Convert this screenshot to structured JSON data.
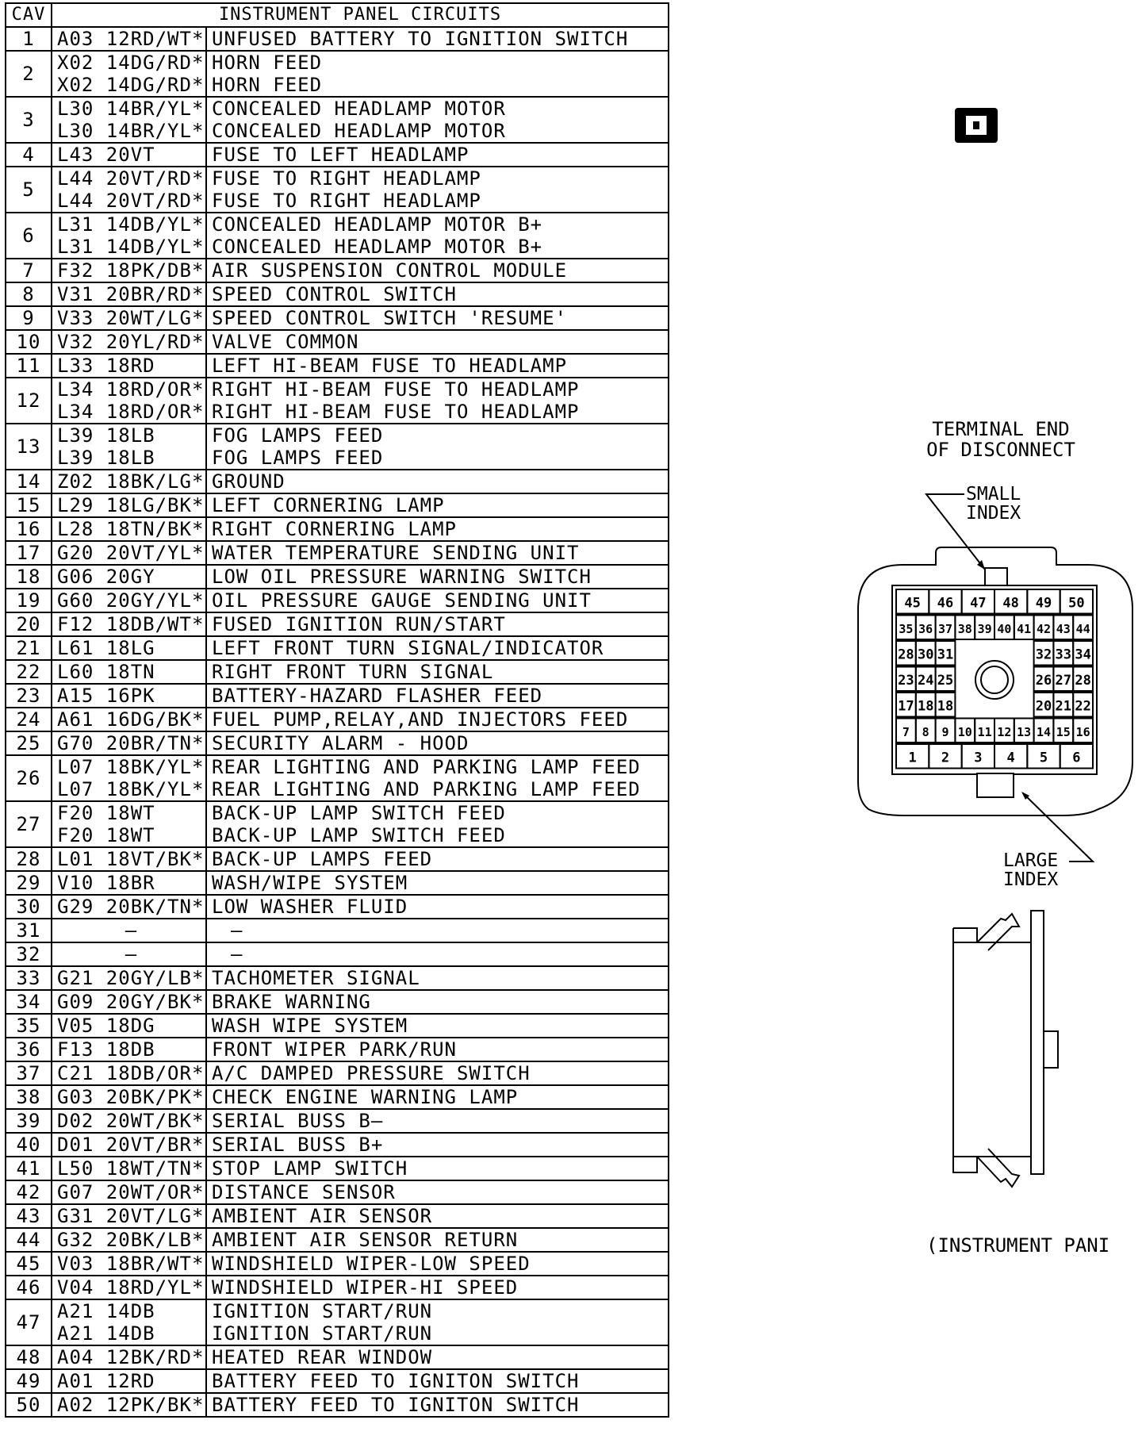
{
  "table": {
    "header": {
      "cav": "CAV",
      "title": "INSTRUMENT PANEL CIRCUITS"
    },
    "rows": [
      {
        "cav": "1",
        "wires": [
          {
            "code": "A03 12RD/WT*",
            "desc": "UNFUSED BATTERY TO IGNITION SWITCH"
          }
        ]
      },
      {
        "cav": "2",
        "wires": [
          {
            "code": "X02 14DG/RD*",
            "desc": "HORN FEED"
          },
          {
            "code": "X02 14DG/RD*",
            "desc": "HORN FEED"
          }
        ]
      },
      {
        "cav": "3",
        "wires": [
          {
            "code": "L30 14BR/YL*",
            "desc": "CONCEALED HEADLAMP MOTOR"
          },
          {
            "code": "L30 14BR/YL*",
            "desc": "CONCEALED HEADLAMP MOTOR"
          }
        ]
      },
      {
        "cav": "4",
        "wires": [
          {
            "code": "L43 20VT",
            "desc": "FUSE TO LEFT HEADLAMP"
          }
        ]
      },
      {
        "cav": "5",
        "wires": [
          {
            "code": "L44 20VT/RD*",
            "desc": "FUSE TO RIGHT HEADLAMP"
          },
          {
            "code": "L44 20VT/RD*",
            "desc": "FUSE TO RIGHT HEADLAMP"
          }
        ]
      },
      {
        "cav": "6",
        "wires": [
          {
            "code": "L31 14DB/YL*",
            "desc": "CONCEALED HEADLAMP MOTOR B+"
          },
          {
            "code": "L31 14DB/YL*",
            "desc": "CONCEALED HEADLAMP MOTOR B+"
          }
        ]
      },
      {
        "cav": "7",
        "wires": [
          {
            "code": "F32 18PK/DB*",
            "desc": "AIR SUSPENSION CONTROL MODULE"
          }
        ]
      },
      {
        "cav": "8",
        "wires": [
          {
            "code": "V31 20BR/RD*",
            "desc": "SPEED CONTROL SWITCH"
          }
        ]
      },
      {
        "cav": "9",
        "wires": [
          {
            "code": "V33 20WT/LG*",
            "desc": "SPEED CONTROL SWITCH 'RESUME'"
          }
        ]
      },
      {
        "cav": "10",
        "wires": [
          {
            "code": "V32 20YL/RD*",
            "desc": "VALVE COMMON"
          }
        ]
      },
      {
        "cav": "11",
        "wires": [
          {
            "code": "L33 18RD",
            "desc": "LEFT HI-BEAM FUSE TO HEADLAMP"
          }
        ]
      },
      {
        "cav": "12",
        "wires": [
          {
            "code": "L34 18RD/OR*",
            "desc": "RIGHT HI-BEAM FUSE TO HEADLAMP"
          },
          {
            "code": "L34 18RD/OR*",
            "desc": "RIGHT HI-BEAM FUSE TO HEADLAMP"
          }
        ]
      },
      {
        "cav": "13",
        "wires": [
          {
            "code": "L39 18LB",
            "desc": "FOG LAMPS FEED"
          },
          {
            "code": "L39 18LB",
            "desc": "FOG LAMPS FEED"
          }
        ]
      },
      {
        "cav": "14",
        "wires": [
          {
            "code": "Z02 18BK/LG*",
            "desc": "GROUND"
          }
        ]
      },
      {
        "cav": "15",
        "wires": [
          {
            "code": "L29 18LG/BK*",
            "desc": "LEFT CORNERING LAMP"
          }
        ]
      },
      {
        "cav": "16",
        "wires": [
          {
            "code": "L28 18TN/BK*",
            "desc": "RIGHT CORNERING LAMP"
          }
        ]
      },
      {
        "cav": "17",
        "wires": [
          {
            "code": "G20 20VT/YL*",
            "desc": "WATER TEMPERATURE SENDING UNIT"
          }
        ]
      },
      {
        "cav": "18",
        "wires": [
          {
            "code": "G06 20GY",
            "desc": "LOW OIL PRESSURE WARNING SWITCH"
          }
        ]
      },
      {
        "cav": "19",
        "wires": [
          {
            "code": "G60 20GY/YL*",
            "desc": "OIL PRESSURE GAUGE SENDING UNIT"
          }
        ]
      },
      {
        "cav": "20",
        "wires": [
          {
            "code": "F12 18DB/WT*",
            "desc": "FUSED IGNITION RUN/START"
          }
        ]
      },
      {
        "cav": "21",
        "wires": [
          {
            "code": "L61 18LG",
            "desc": "LEFT FRONT TURN SIGNAL/INDICATOR"
          }
        ]
      },
      {
        "cav": "22",
        "wires": [
          {
            "code": "L60 18TN",
            "desc": "RIGHT FRONT TURN SIGNAL"
          }
        ]
      },
      {
        "cav": "23",
        "wires": [
          {
            "code": "A15 16PK",
            "desc": "BATTERY-HAZARD FLASHER FEED"
          }
        ]
      },
      {
        "cav": "24",
        "wires": [
          {
            "code": "A61 16DG/BK*",
            "desc": "FUEL PUMP,RELAY,AND INJECTORS FEED"
          }
        ]
      },
      {
        "cav": "25",
        "wires": [
          {
            "code": "G70 20BR/TN*",
            "desc": "SECURITY ALARM - HOOD"
          }
        ]
      },
      {
        "cav": "26",
        "wires": [
          {
            "code": "L07 18BK/YL*",
            "desc": "REAR LIGHTING AND PARKING LAMP FEED"
          },
          {
            "code": "L07 18BK/YL*",
            "desc": "REAR LIGHTING AND PARKING LAMP FEED"
          }
        ]
      },
      {
        "cav": "27",
        "wires": [
          {
            "code": "F20 18WT",
            "desc": "BACK-UP LAMP SWITCH FEED"
          },
          {
            "code": "F20 18WT",
            "desc": "BACK-UP LAMP SWITCH FEED"
          }
        ]
      },
      {
        "cav": "28",
        "wires": [
          {
            "code": "L01 18VT/BK*",
            "desc": "BACK-UP LAMPS FEED"
          }
        ]
      },
      {
        "cav": "29",
        "wires": [
          {
            "code": "V10 18BR",
            "desc": "WASH/WIPE SYSTEM"
          }
        ]
      },
      {
        "cav": "30",
        "wires": [
          {
            "code": "G29 20BK/TN*",
            "desc": "LOW WASHER FLUID"
          }
        ]
      },
      {
        "cav": "31",
        "wires": [
          {
            "code": "—",
            "desc": "—",
            "empty": true
          }
        ]
      },
      {
        "cav": "32",
        "wires": [
          {
            "code": "—",
            "desc": "—",
            "empty": true
          }
        ]
      },
      {
        "cav": "33",
        "wires": [
          {
            "code": "G21 20GY/LB*",
            "desc": "TACHOMETER SIGNAL"
          }
        ]
      },
      {
        "cav": "34",
        "wires": [
          {
            "code": "G09 20GY/BK*",
            "desc": "BRAKE WARNING"
          }
        ]
      },
      {
        "cav": "35",
        "wires": [
          {
            "code": "V05 18DG",
            "desc": "WASH WIPE SYSTEM"
          }
        ]
      },
      {
        "cav": "36",
        "wires": [
          {
            "code": "F13 18DB",
            "desc": "FRONT WIPER PARK/RUN"
          }
        ]
      },
      {
        "cav": "37",
        "wires": [
          {
            "code": "C21 18DB/OR*",
            "desc": "A/C DAMPED PRESSURE SWITCH"
          }
        ]
      },
      {
        "cav": "38",
        "wires": [
          {
            "code": "G03 20BK/PK*",
            "desc": "CHECK ENGINE WARNING LAMP"
          }
        ]
      },
      {
        "cav": "39",
        "wires": [
          {
            "code": "D02 20WT/BK*",
            "desc": "SERIAL BUSS B—"
          }
        ]
      },
      {
        "cav": "40",
        "wires": [
          {
            "code": "D01 20VT/BR*",
            "desc": "SERIAL BUSS B+"
          }
        ]
      },
      {
        "cav": "41",
        "wires": [
          {
            "code": "L50 18WT/TN*",
            "desc": "STOP LAMP SWITCH"
          }
        ]
      },
      {
        "cav": "42",
        "wires": [
          {
            "code": "G07 20WT/OR*",
            "desc": "DISTANCE SENSOR"
          }
        ]
      },
      {
        "cav": "43",
        "wires": [
          {
            "code": "G31 20VT/LG*",
            "desc": "AMBIENT AIR SENSOR"
          }
        ]
      },
      {
        "cav": "44",
        "wires": [
          {
            "code": "G32 20BK/LB*",
            "desc": "AMBIENT AIR SENSOR RETURN"
          }
        ]
      },
      {
        "cav": "45",
        "wires": [
          {
            "code": "V03 18BR/WT*",
            "desc": "WINDSHIELD WIPER-LOW SPEED"
          }
        ]
      },
      {
        "cav": "46",
        "wires": [
          {
            "code": "V04 18RD/YL*",
            "desc": "WINDSHIELD WIPER-HI SPEED"
          }
        ]
      },
      {
        "cav": "47",
        "wires": [
          {
            "code": "A21 14DB",
            "desc": "IGNITION START/RUN"
          },
          {
            "code": "A21 14DB",
            "desc": "IGNITION START/RUN"
          }
        ]
      },
      {
        "cav": "48",
        "wires": [
          {
            "code": "A04 12BK/RD*",
            "desc": "HEATED REAR WINDOW"
          }
        ]
      },
      {
        "cav": "49",
        "wires": [
          {
            "code": "A01 12RD",
            "desc": "BATTERY FEED TO IGNITON SWITCH"
          }
        ]
      },
      {
        "cav": "50",
        "wires": [
          {
            "code": "A02 12PK/BK*",
            "desc": "BATTERY FEED TO IGNITON SWITCH"
          }
        ]
      }
    ]
  },
  "diagram": {
    "label_line1": "TERMINAL END",
    "label_line2": "OF DISCONNECT",
    "small_index_line1": "SMALL",
    "small_index_line2": "INDEX",
    "large_index_line1": "LARGE",
    "large_index_line2": "INDEX",
    "caption": "(INSTRUMENT PANI",
    "pin_rows": [
      [
        "45",
        "46",
        "47",
        "48",
        "49",
        "50"
      ],
      [
        "35",
        "36",
        "37",
        "38",
        "39",
        "40",
        "41",
        "42",
        "43",
        "44"
      ],
      [
        "28",
        "30",
        "31",
        "32",
        "33",
        "34"
      ],
      [
        "23",
        "24",
        "25",
        "26",
        "27",
        "28"
      ],
      [
        "17",
        "18",
        "18",
        "20",
        "21",
        "22"
      ],
      [
        "7",
        "8",
        "9",
        "10",
        "11",
        "12",
        "13",
        "14",
        "15",
        "16"
      ],
      [
        "1",
        "2",
        "3",
        "4",
        "5",
        "6"
      ]
    ]
  }
}
